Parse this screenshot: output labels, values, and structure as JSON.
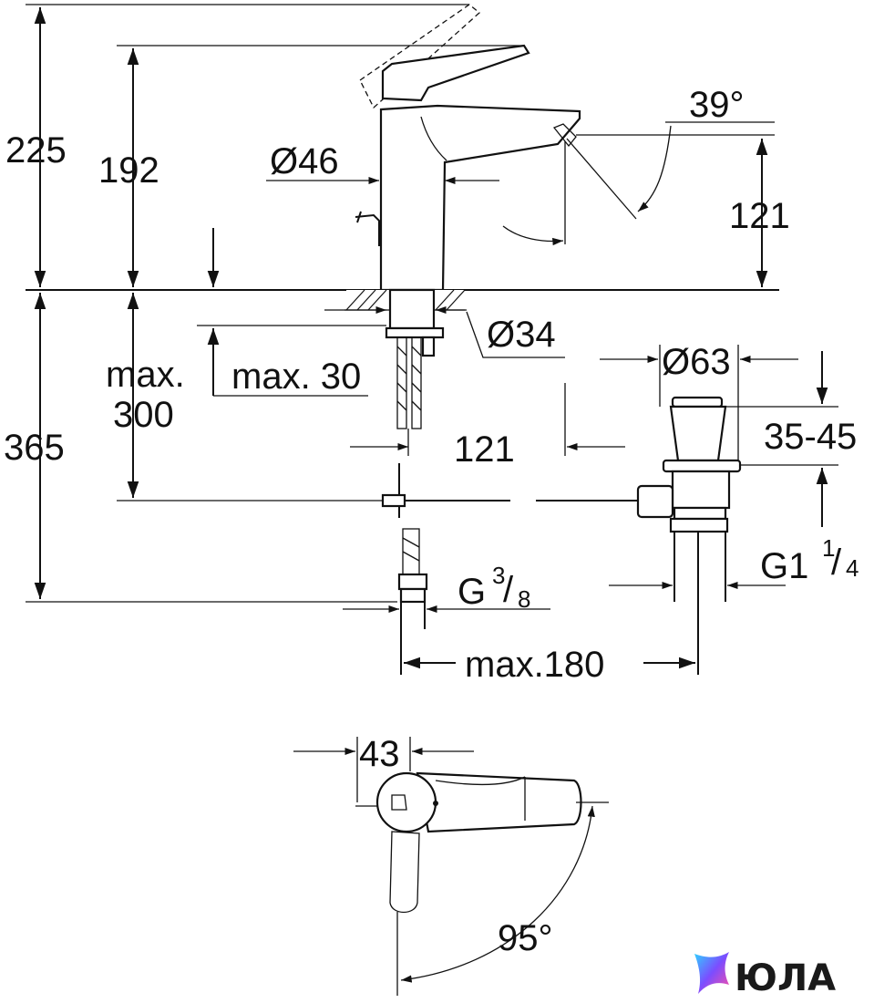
{
  "labels": {
    "height_total": "225",
    "height_spout": "192",
    "diameter_body": "Ø46",
    "angle_spout": "39°",
    "spout_height": "121",
    "diameter_hole": "Ø34",
    "max_depth": "max.",
    "max_depth_value": "300",
    "max_thickness": "max. 30",
    "diameter_waste": "Ø63",
    "below_total": "365",
    "distance_121": "121",
    "waste_range": "35-45",
    "thread_right": "G1",
    "thread_right_num": "1",
    "thread_right_den": "4",
    "thread_left": "G",
    "thread_left_num": "3",
    "thread_left_den": "8",
    "max_spread": "max.180",
    "top_width": "43",
    "swivel_angle": "95°"
  },
  "brand": {
    "logo_text": "ЮЛА",
    "colors": [
      "#ff4fa3",
      "#7b4dff",
      "#2fd3ff"
    ]
  }
}
